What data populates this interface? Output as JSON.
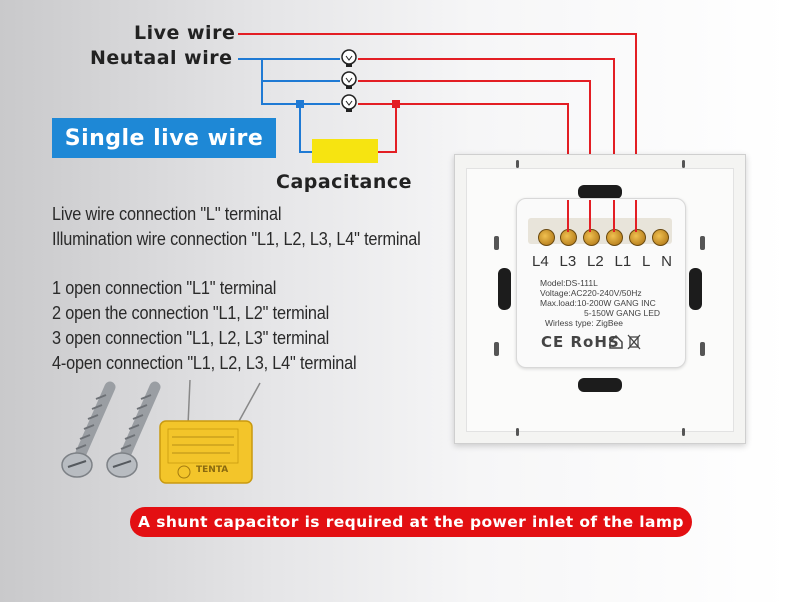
{
  "labels": {
    "live_wire": "Live wire",
    "neutral_wire": "Neutaal wire",
    "single_live_wire": "Single live wire",
    "capacitance": "Capacitance"
  },
  "instructions": [
    "Live wire connection \"L\" terminal",
    "Illumination wire connection \"L1, L2, L3, L4\" terminal",
    "1 open connection \"L1\" terminal",
    "2 open the connection \"L1, L2\" terminal",
    "3 open connection \"L1, L2, L3\" terminal",
    "4-open connection \"L1, L2, L3, L4\" terminal"
  ],
  "terminals": [
    "L4",
    "L3",
    "L2",
    "L1",
    "L",
    "N"
  ],
  "module_specs": {
    "model": "Model:DS-111L",
    "voltage": "Voltage:AC220-240V/50Hz",
    "max_load_inc": "Max.load:10-200W GANG INC",
    "max_load_led": "5-150W GANG LED",
    "wireless": "Wirless type: ZigBee",
    "certs": "CE RoHS"
  },
  "capacitor_marking": "TENTA",
  "bottom_note": "A shunt capacitor is required at the power inlet of the lamp",
  "colors": {
    "live": "#e31e24",
    "neutral": "#1f7ad4",
    "capacitor": "#f6e411",
    "banner_blue": "#1e88d6",
    "banner_red": "#e30f12"
  }
}
